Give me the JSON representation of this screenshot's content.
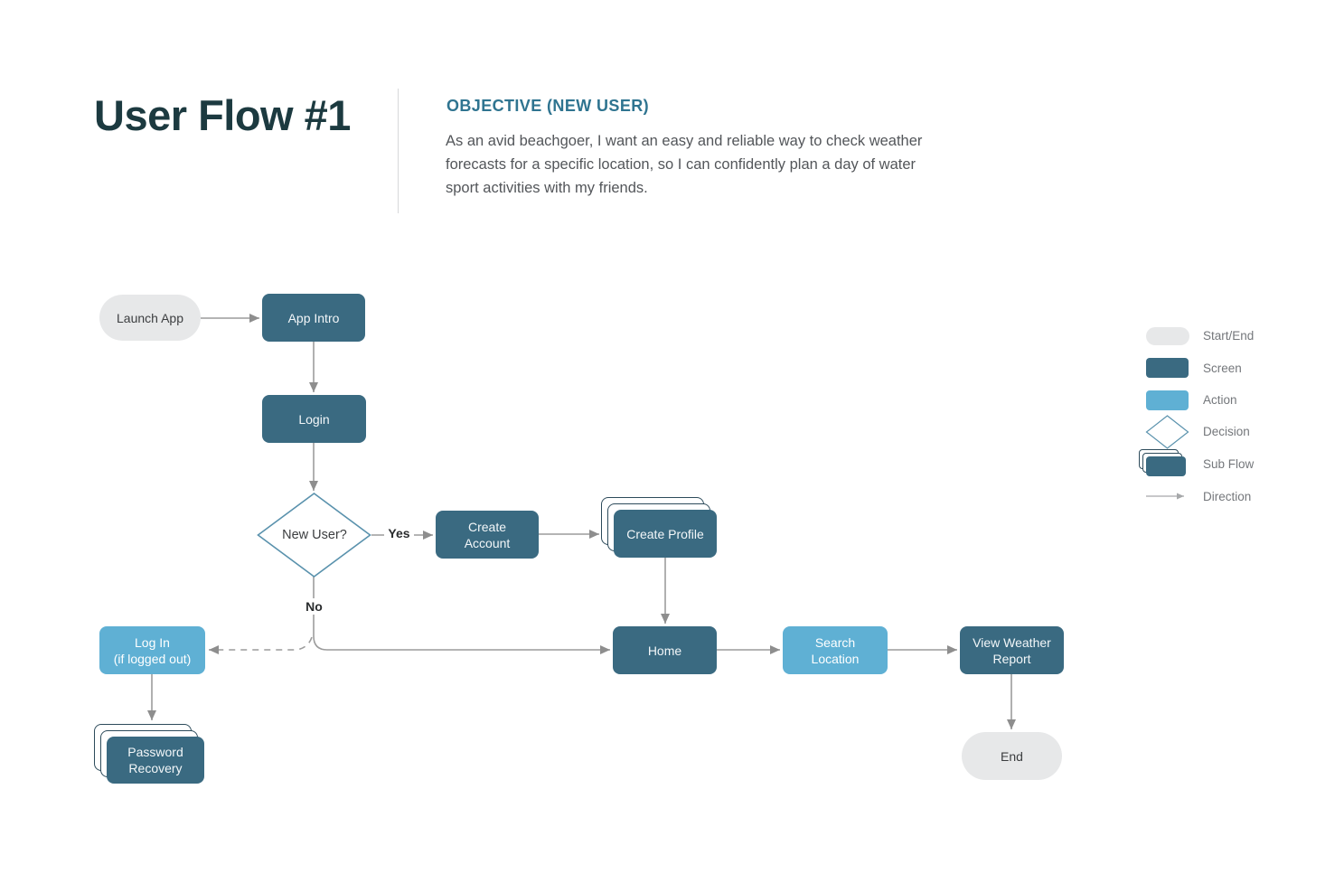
{
  "header": {
    "title": "User Flow #1",
    "objective_heading": "OBJECTIVE (NEW USER)",
    "objective_body": "As an avid beachgoer, I want an easy and reliable way to check weather forecasts for a specific location, so I can confidently plan a day of water sport activities with my friends."
  },
  "flow": {
    "nodes": [
      {
        "id": "launch-app",
        "type": "start-end",
        "lines": [
          "Launch App"
        ]
      },
      {
        "id": "app-intro",
        "type": "screen",
        "lines": [
          "App Intro"
        ]
      },
      {
        "id": "login",
        "type": "screen",
        "lines": [
          "Login"
        ]
      },
      {
        "id": "new-user",
        "type": "decision",
        "lines": [
          "New User?"
        ]
      },
      {
        "id": "create-account",
        "type": "screen",
        "lines": [
          "Create",
          "Account"
        ]
      },
      {
        "id": "create-profile",
        "type": "sub-flow",
        "lines": [
          "Create Profile"
        ]
      },
      {
        "id": "log-in-if-logged-out",
        "type": "action",
        "lines": [
          "Log In",
          "(if logged out)"
        ]
      },
      {
        "id": "password-recovery",
        "type": "sub-flow",
        "lines": [
          "Password",
          "Recovery"
        ]
      },
      {
        "id": "home",
        "type": "screen",
        "lines": [
          "Home"
        ]
      },
      {
        "id": "search-location",
        "type": "action",
        "lines": [
          "Search",
          "Location"
        ]
      },
      {
        "id": "view-weather-report",
        "type": "screen",
        "lines": [
          "View Weather",
          "Report"
        ]
      },
      {
        "id": "end",
        "type": "start-end",
        "lines": [
          "End"
        ]
      }
    ],
    "edge_labels": {
      "yes": "Yes",
      "no": "No"
    }
  },
  "legend": {
    "items": [
      {
        "type": "start-end",
        "label": "Start/End"
      },
      {
        "type": "screen",
        "label": "Screen"
      },
      {
        "type": "action",
        "label": "Action"
      },
      {
        "type": "decision",
        "label": "Decision"
      },
      {
        "type": "sub-flow",
        "label": "Sub Flow"
      },
      {
        "type": "direction",
        "label": "Direction"
      }
    ]
  },
  "colors": {
    "screen": "#3a6a81",
    "action": "#5fb0d4",
    "start_end": "#e7e8e9",
    "decision_border": "#5a92ad",
    "arrow": "#9c9c9c",
    "title": "#1c3a40",
    "objective_heading": "#2f7490",
    "body_text": "#53565a",
    "legend_text": "#74777b"
  }
}
